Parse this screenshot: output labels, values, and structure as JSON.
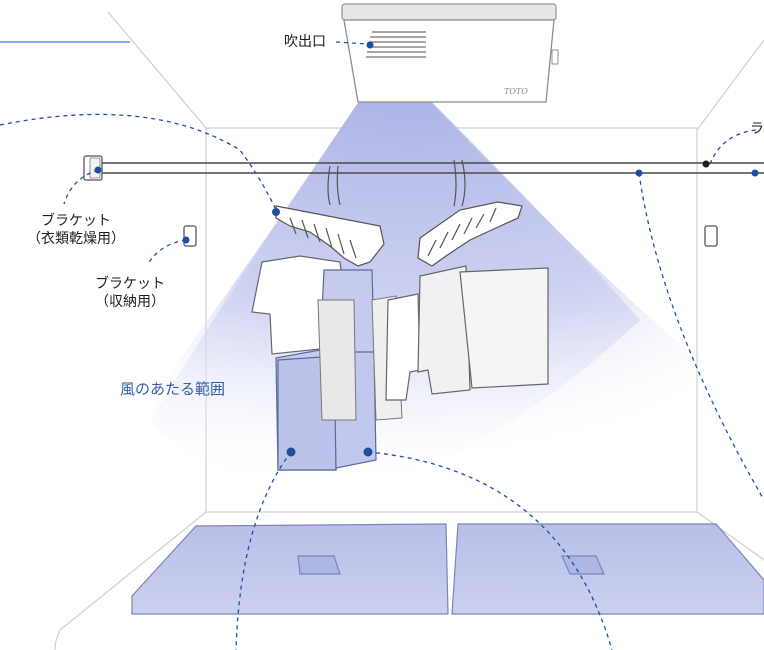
{
  "labels": {
    "outlet": "吹出口",
    "bracket_drying_line1": "ブラケット",
    "bracket_drying_line2": "（衣類乾燥用）",
    "bracket_storage_line1": "ブラケット",
    "bracket_storage_line2": "（収納用）",
    "wind_range": "風のあたる範囲",
    "rail_cut": "ラ",
    "brand": "TOTO"
  },
  "colors": {
    "dotted_leader": "#1f4f9c",
    "dot": "#1f4f9c",
    "wind": "#c8cdf0",
    "mat": "#c3c9ec",
    "wall_line": "#c9c9c9",
    "accent_line": "#5f7fd0"
  }
}
